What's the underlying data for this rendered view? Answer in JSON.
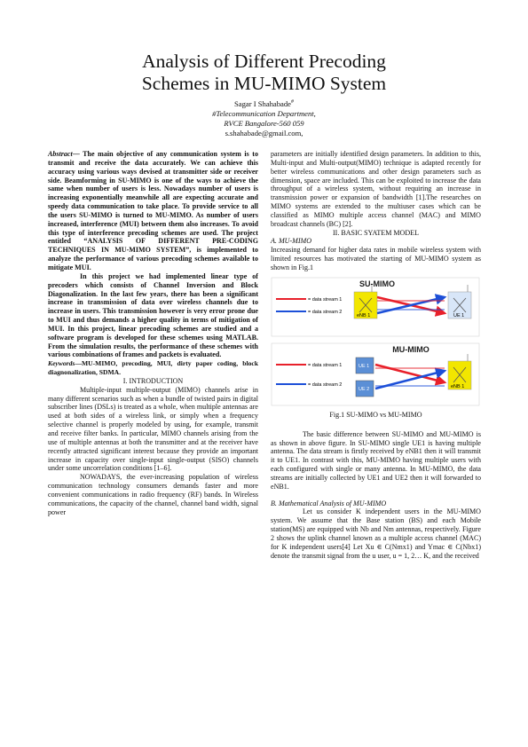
{
  "title": {
    "line1": "Analysis of Different Precoding",
    "line2": "Schemes in MU-MIMO System"
  },
  "author": {
    "name": "Sagar I Shahabade",
    "mark": "#",
    "dept": "#Telecommunication Department,",
    "inst": "RVCE Bangalore-560 059",
    "email": "s.shahabade@gmail.com,"
  },
  "left": {
    "abstract_label": "Abstract",
    "abstract_p1": "— The main objective of any communication system is to transmit and receive the data accurately. We can achieve this accuracy using various ways devised at transmitter side or receiver side. Beamforming in SU-MIMO is one of the ways to achieve the same when number of users is less. Nowadays number of users is increasing exponentially meanwhile all are expecting accurate and speedy data communication to take place. To provide service to all the users SU-MIMO is turned to MU-MIMO. As number of users increased, interference (MUI) between them also increases. To avoid this type of interference precoding schemes are used. The project entitled “ANALYSIS OF DIFFERENT PRE-CODING TECHNIQUES IN MU-MIMO SYSTEM”, is implemented to analyze the performance of various precoding schemes available to mitigate MUI.",
    "abstract_p2": "In this project we had implemented linear type of precoders which consists of Channel Inversion and Block Diagonalization. In the last few years, there has been a significant increase in transmission of data over wireless channels due to increase in users. This transmission however is very error prone due to MUI and thus demands a higher quality in terms of mitigation of MUI. In this project, linear precoding schemes are studied and a software program is developed for these schemes using MATLAB. From the simulation results, the performance of these schemes with various combinations of frames and packets is evaluated.",
    "keywords_label": "Keywords",
    "keywords_text": "—MU-MIMO, precoding, MUI, dirty paper coding, block diagnonalization, SDMA.",
    "intro_heading": "I. INTRODUCTION",
    "intro_p1": "Multiple-input multiple-output (MIMO) channels arise in many different scenarios such as when a bundle of twisted pairs in digital subscriber lines (DSLs) is treated as a whole, when multiple antennas are used at both sides of a wireless link, or simply when a frequency selective channel is properly modeled by using, for example, transmit and receive filter banks. In particular, MIMO channels arising from the use of multiple antennas at both the transmitter and at the receiver have recently attracted significant interest because they provide an important increase in capacity over single-input single-output (SISO) channels under some uncorrelation conditions [1–6].",
    "intro_p2": "NOWADAYS, the ever-increasing population of wireless communication technology consumers demands faster and more convenient communications in radio frequency (RF) bands. In Wireless communications, the capacity of the channel, channel band width, signal power"
  },
  "right": {
    "cont_p": "parameters are initially identified design parameters. In addition to this, Multi-input and Multi-output(MIMO) technique is adapted recently for better wireless communications and other design parameters such as dimension, space are included. This can be exploited to increase the data throughput of a wireless system, without requiring an increase in transmission power or expansion of bandwidth [1].The researches on MIMO systems are extended to the multiuser cases which can be classified as MIMO multiple access channel (MAC) and MIMO broadcast channels (BC) [2].",
    "sec2_heading": "II. BASIC SYATEM MODEL",
    "sub_a": "A. MU-MIMO",
    "a_p": "Increasing demand for higher data rates in mobile wireless system with limited resources has motivated the starting of MU-MIMO system as shown in Fig.1",
    "fig_caption": "Fig.1 SU-MIMO vs MU-MIMO",
    "b_p1": "The basic difference between SU-MIMO and MU-MIMO is as shown in above figure. In SU-MIMO single UE1 is having multiple antenna. The data stream is firstly received by eNB1 then it will transmit it to UE1. In contrast with this, MU-MIMO having multiple users with each configured with single or many antenna. In MU-MIMO, the data streams are initially collected by UE1 and UE2 then it will forwarded to eNB1.",
    "sub_b": "B. Mathematical Analysis of MU-MIMO",
    "b_p2": "Let us consider K independent users in the MU-MIMO system. We assume that the Base station (BS) and each Mobile station(MS) are equipped with Nb and Nm antennas, respectively. Figure 2 shows the uplink channel known as a multiple access channel (MAC) for K independent users[4] Let Xu ∈ C(Nmx1) and Ymac ∈ C(Nbx1) denote the transmit signal from the u user, u = 1, 2… K, and the received"
  },
  "figure": {
    "su_title": "SU-MIMO",
    "mu_title": "MU-MIMO",
    "legend1": "= data stream 1",
    "legend2": "= data stream 2",
    "enb1": "eNB 1",
    "ue1": "UE 1",
    "ue2": "UE 2",
    "colors": {
      "red": "#e8202a",
      "blue": "#1c4fd8",
      "yellow": "#f2e600",
      "ue": "#5b8fd6"
    }
  }
}
